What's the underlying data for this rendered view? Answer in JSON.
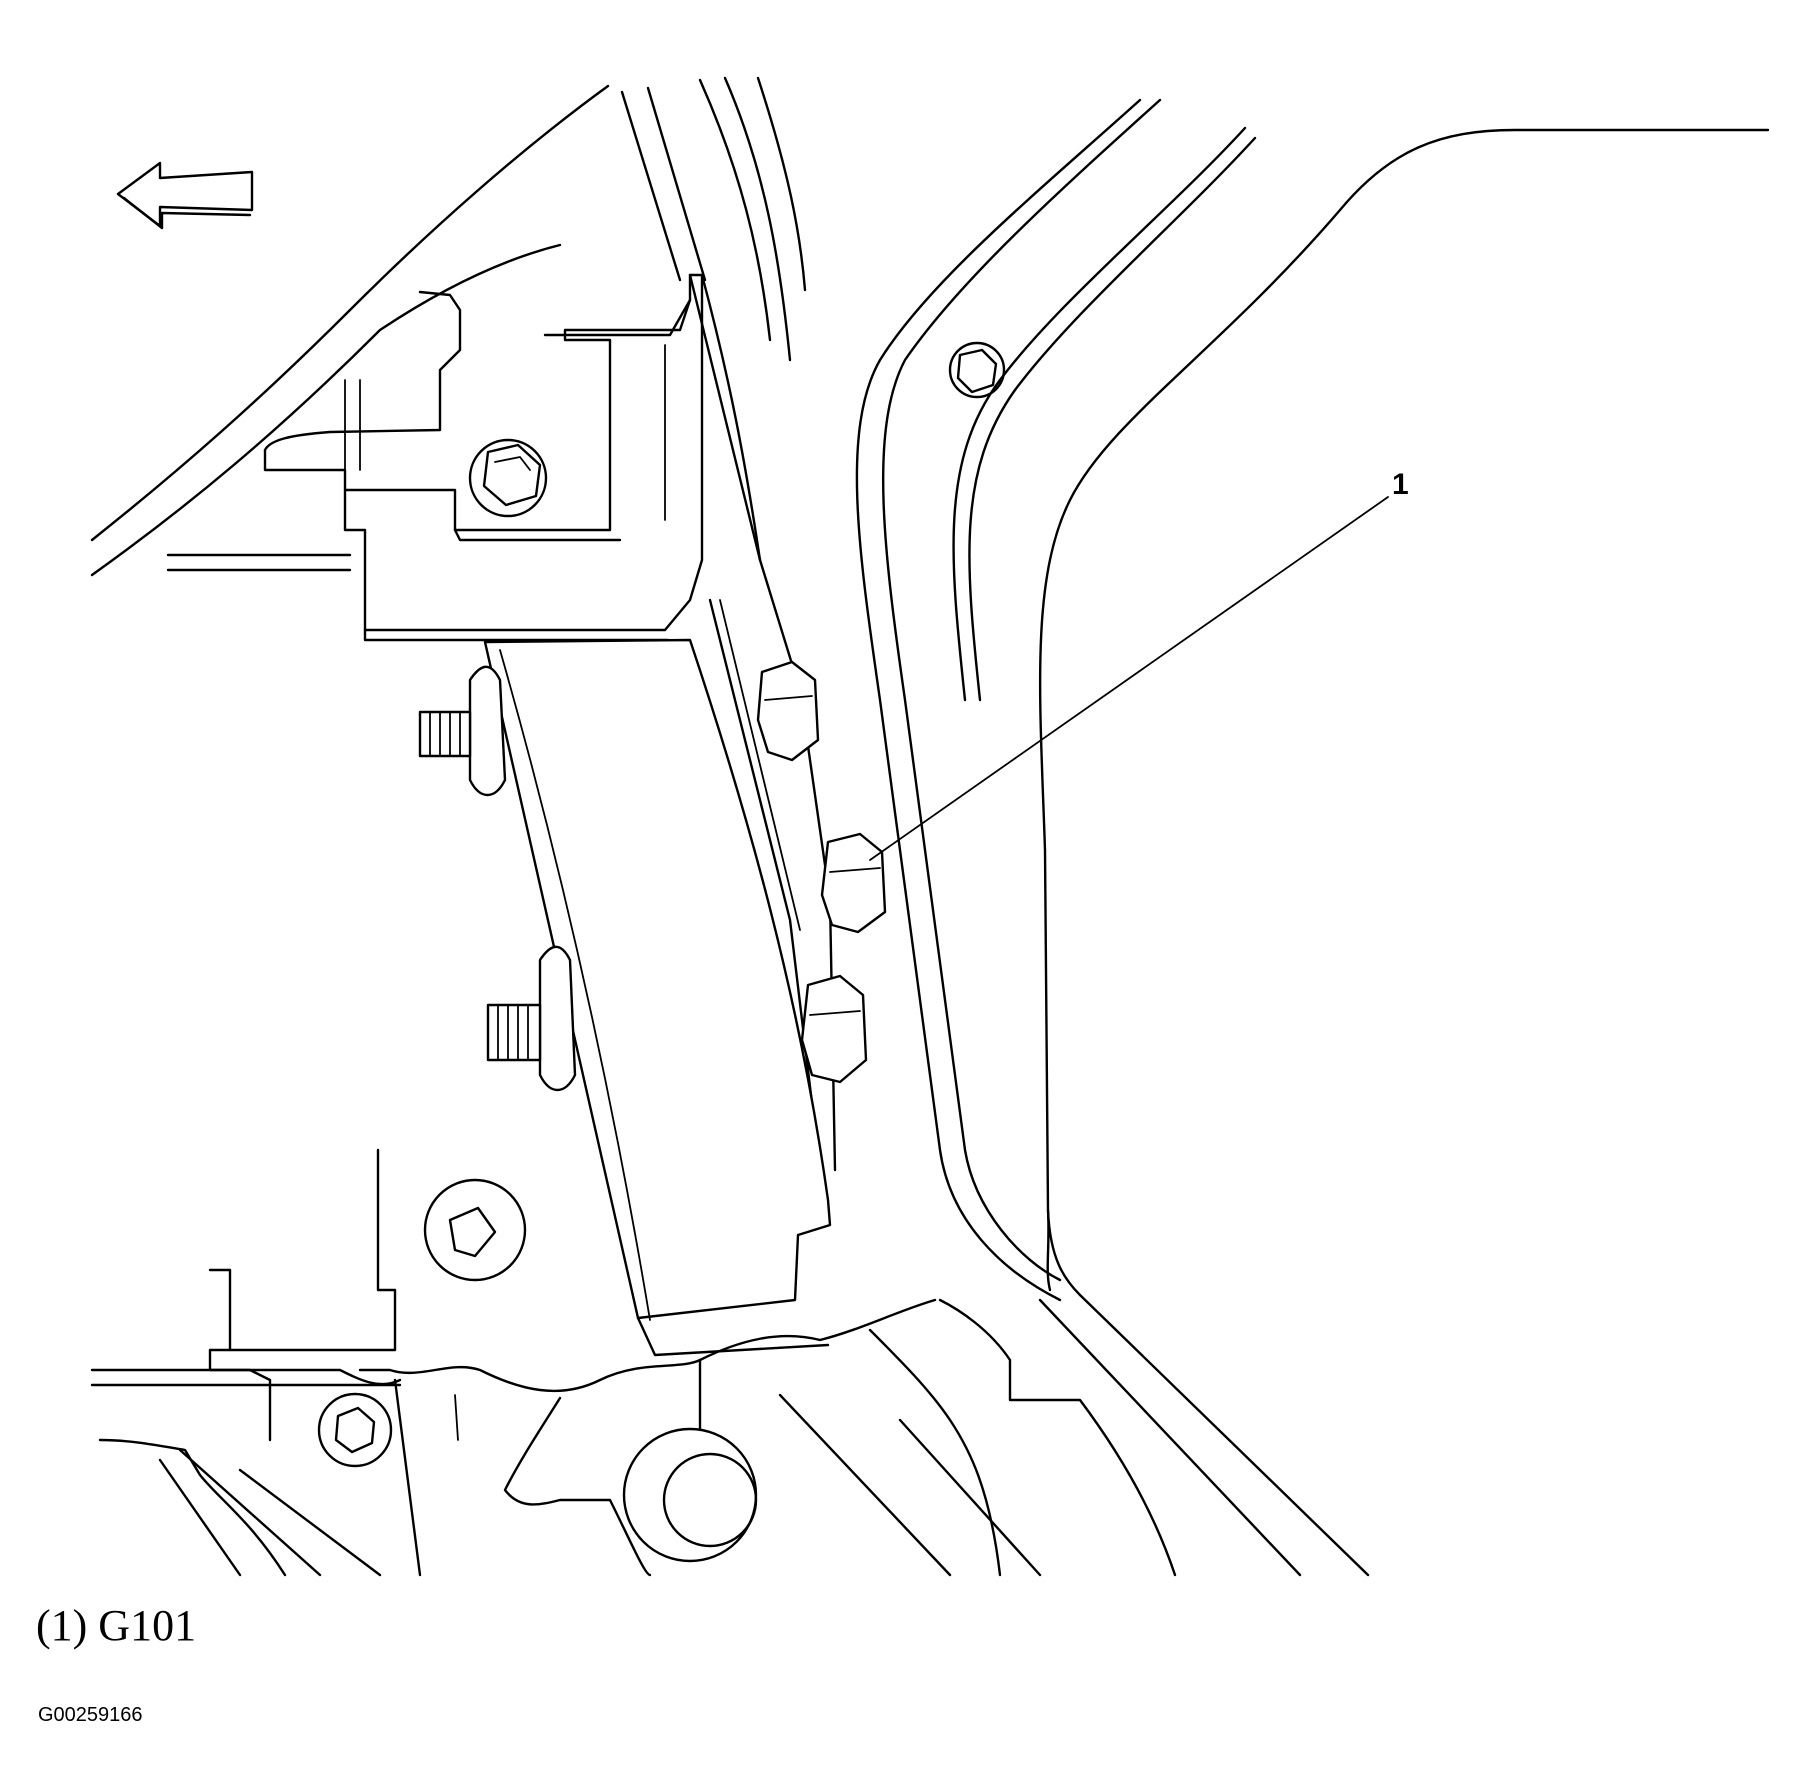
{
  "diagram": {
    "callout": {
      "number": "1"
    },
    "caption": "(1) G101",
    "figure_id": "G00259166",
    "icons": [
      "direction-arrow-left-icon",
      "bolt-icon",
      "stud-icon",
      "ground-bolt-g101-icon"
    ]
  }
}
